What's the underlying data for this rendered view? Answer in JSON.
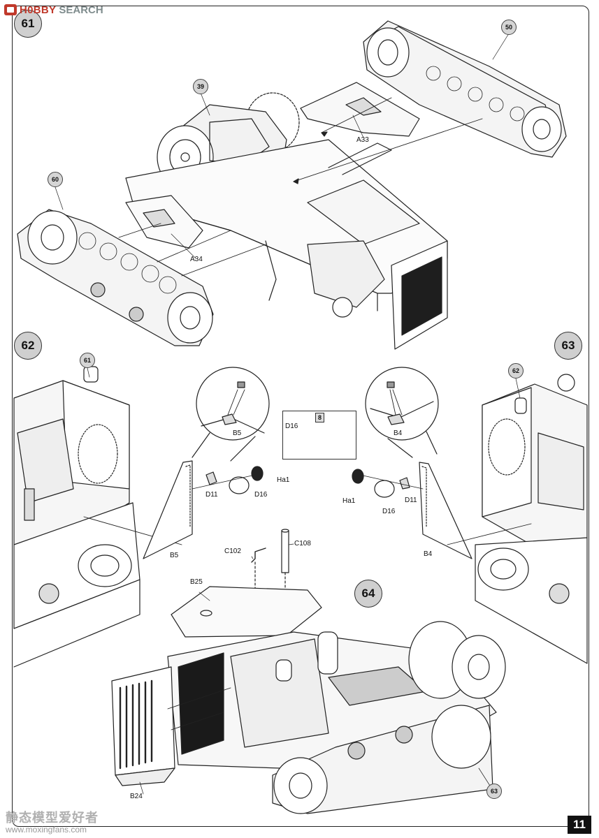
{
  "watermark": {
    "brand_a": "H0BBY",
    "brand_b": "SEARCH",
    "bottom_cn": "静态模型爱好者",
    "bottom_url": "www.moxingfans.com"
  },
  "steps": {
    "s61": "61",
    "s62": "62",
    "s63": "63",
    "s64": "64"
  },
  "refs": {
    "r50": "50",
    "r39": "39",
    "r60": "60",
    "r61": "61",
    "r62": "62",
    "r63": "63"
  },
  "parts": {
    "a33": "A33",
    "a34": "A34",
    "b5_detail": "B5",
    "b4_detail": "B4",
    "d16_inset": "D16",
    "inset_step": "8",
    "d11_left": "D11",
    "ha1_left": "Ha1",
    "d16_left": "D16",
    "ha1_right": "Ha1",
    "d16_right": "D16",
    "d11_right": "D11",
    "b5": "B5",
    "b4": "B4",
    "c102": "C102",
    "c108": "C108",
    "b25": "B25",
    "b24": "B24"
  },
  "page": {
    "number": "11"
  },
  "colors": {
    "badge": "#cfcfcf",
    "line": "#222222",
    "watermark_red": "#c0392b"
  }
}
